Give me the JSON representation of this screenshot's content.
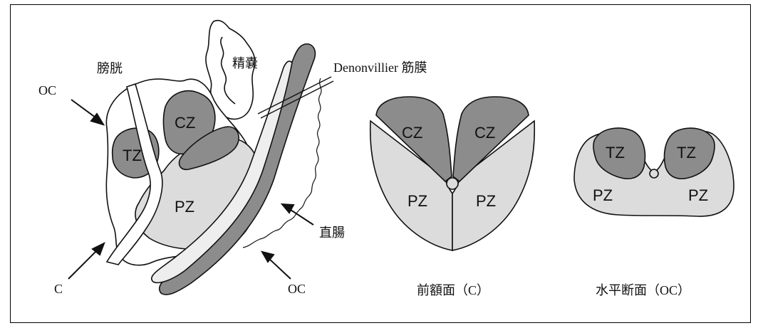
{
  "labels": {
    "bladder": "膀胱",
    "seminal_vesicle": "精嚢",
    "denonvilliers": "Denonvillier 筋膜",
    "rectum": "直腸",
    "oc_upper": "OC",
    "oc_lower": "OC",
    "c_lower": "C"
  },
  "zones": {
    "sagittal_cz": "CZ",
    "sagittal_tz": "TZ",
    "sagittal_pz": "PZ",
    "coronal_cz_left": "CZ",
    "coronal_cz_right": "CZ",
    "coronal_pz_left": "PZ",
    "coronal_pz_right": "PZ",
    "axial_tz_left": "TZ",
    "axial_tz_right": "TZ",
    "axial_pz_left": "PZ",
    "axial_pz_right": "PZ"
  },
  "captions": {
    "coronal": "前額面（C）",
    "axial": "水平断面（OC）"
  },
  "colors": {
    "dark_zone": "#8c8c8c",
    "light_zone": "#dcdcdc",
    "outline": "#111111"
  }
}
